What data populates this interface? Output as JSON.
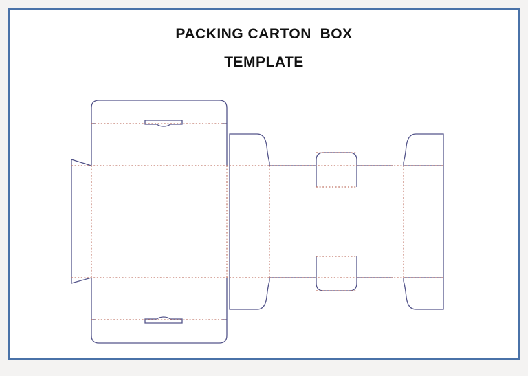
{
  "document": {
    "title_line_1": "PACKING CARTON  BOX",
    "title_line_2": "TEMPLATE",
    "page_background": "#f4f3f2",
    "sheet_background": "#ffffff",
    "border_color": "#4a72a8",
    "outer_margin_color": "#eceae8"
  },
  "dieline": {
    "cut_line_color": "#53548a",
    "fold_line_color": "#c2796b",
    "cut_line_width": "1.3",
    "fold_line_width": "1.2",
    "fold_dash_pattern": "2,2.6",
    "legend_note": "solid lines are cut lines, dotted red lines are fold/crease lines",
    "parts": [
      {
        "name": "left-glue-flap",
        "kind": "glue-flap",
        "shape": "trapezoid",
        "edges": "angled top and bottom"
      },
      {
        "name": "main-front-panel",
        "kind": "panel"
      },
      {
        "name": "top-closure-flap",
        "kind": "flap",
        "features": "rounded corners, thumb-notch semicircle cutout"
      },
      {
        "name": "bottom-closure-flap",
        "kind": "flap",
        "features": "rounded corners, thumb-notch semicircle cutout"
      },
      {
        "name": "narrow-side-panel",
        "kind": "panel"
      },
      {
        "name": "narrow-side-top-dust-flap",
        "kind": "dust-flap",
        "features": "S-curve taper on right edge"
      },
      {
        "name": "narrow-side-bottom-dust-flap",
        "kind": "dust-flap",
        "features": "S-curve taper on right edge"
      },
      {
        "name": "top-lock-tab",
        "kind": "lock-tab",
        "features": "rounded top corners, centre crease"
      },
      {
        "name": "bottom-lock-tab",
        "kind": "lock-tab",
        "features": "rounded bottom corners, centre crease"
      },
      {
        "name": "right-end-panel",
        "kind": "panel"
      },
      {
        "name": "right-end-top-dust-flap",
        "kind": "dust-flap",
        "features": "S-curve taper on left edge"
      },
      {
        "name": "right-end-bottom-dust-flap",
        "kind": "dust-flap",
        "features": "S-curve taper on left edge"
      },
      {
        "name": "back-panel-span",
        "kind": "panel"
      }
    ]
  }
}
